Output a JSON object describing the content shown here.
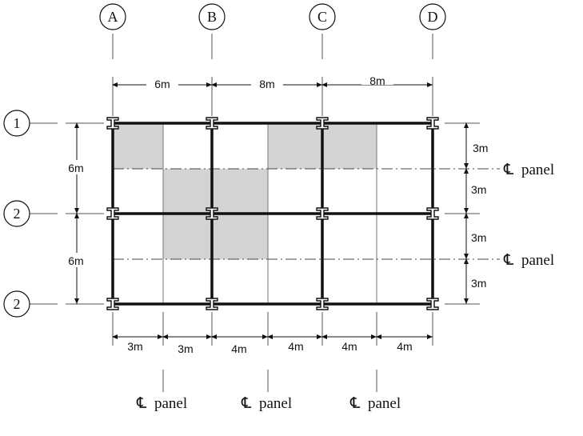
{
  "grid": {
    "columns": [
      "A",
      "B",
      "C",
      "D"
    ],
    "rows": [
      "1",
      "2",
      "2"
    ]
  },
  "dimensions": {
    "top": [
      "6m",
      "8m",
      "8m"
    ],
    "bottom": [
      "3m",
      "3m",
      "4m",
      "4m",
      "4m",
      "4m"
    ],
    "left": [
      "6m",
      "6m"
    ],
    "right": [
      "3m",
      "3m",
      "3m",
      "3m"
    ]
  },
  "centerline_label": "panel",
  "centerline_symbol": "℄",
  "colors": {
    "shading": "#d3d3d3",
    "ink": "#111111"
  }
}
